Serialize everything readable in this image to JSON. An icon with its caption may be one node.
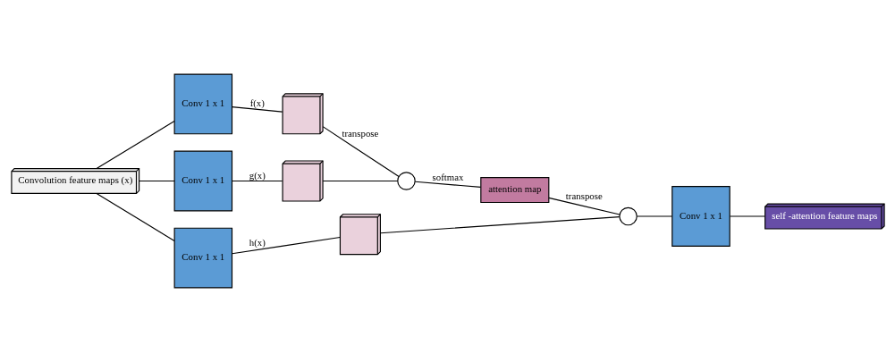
{
  "diagram": {
    "nodes": [
      {
        "text": [
          "Convolution feature maps (x)"
        ]
      },
      {
        "text": [
          "Conv 1 x 1"
        ]
      },
      {
        "text": [
          "Conv 1 x 1"
        ]
      },
      {
        "text": [
          "Conv 1 x 1"
        ]
      },
      {
        "text": [],
        "shape": "box"
      },
      {
        "text": [],
        "shape": "box"
      },
      {
        "text": [],
        "shape": "box"
      },
      {
        "text": [],
        "shape": "circle"
      },
      {
        "text": [
          "attention map"
        ]
      },
      {
        "text": [],
        "shape": "circle"
      },
      {
        "text": [
          "Conv 1 x 1"
        ]
      },
      {
        "text": [
          "self -attention feature maps"
        ]
      }
    ],
    "edges": [
      {
        "from": 0,
        "to": 1,
        "arrow": "none"
      },
      {
        "from": 0,
        "to": 2,
        "arrow": "none"
      },
      {
        "from": 0,
        "to": 3,
        "arrow": "none"
      },
      {
        "from": 1,
        "to": 4,
        "arrow": "none",
        "label": "f(x)"
      },
      {
        "from": 2,
        "to": 5,
        "arrow": "none",
        "label": "g(x)"
      },
      {
        "from": 3,
        "to": 6,
        "arrow": "none",
        "label": "h(x)"
      },
      {
        "from": 4,
        "to": 7,
        "arrow": "none",
        "label": "transpose"
      },
      {
        "from": 5,
        "to": 7,
        "arrow": "none"
      },
      {
        "from": 7,
        "to": 8,
        "arrow": "none",
        "label": "softmax"
      },
      {
        "from": 8,
        "to": 9,
        "arrow": "none",
        "label": "transpose"
      },
      {
        "from": 6,
        "to": 9,
        "arrow": "none"
      },
      {
        "from": 9,
        "to": 10,
        "arrow": "none"
      },
      {
        "from": 10,
        "to": 11,
        "arrow": "none"
      }
    ]
  }
}
